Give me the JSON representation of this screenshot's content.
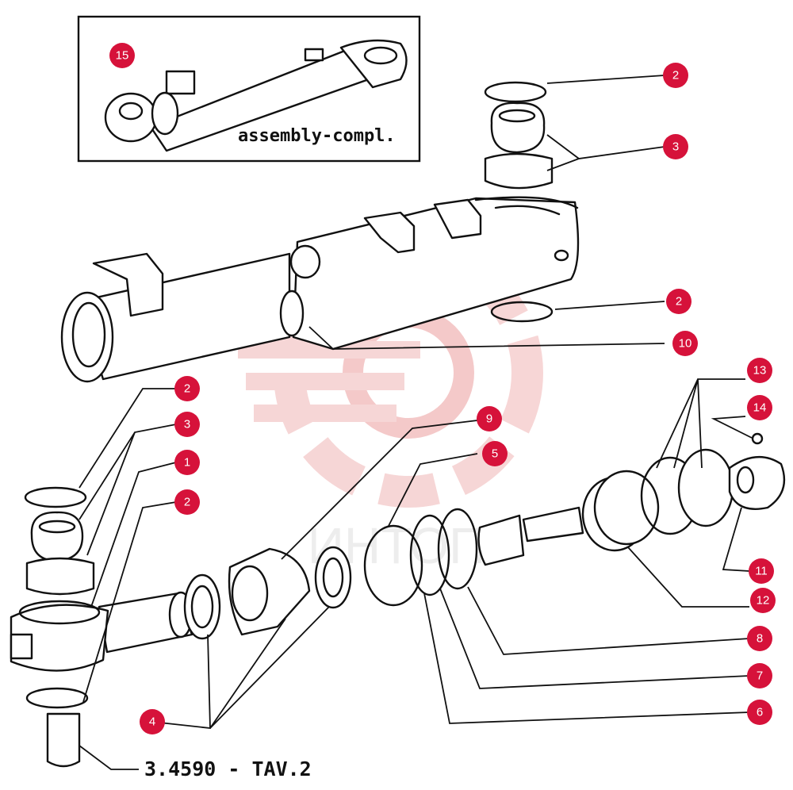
{
  "inset": {
    "label": "assembly-compl."
  },
  "drawing_code": "3.4590 - TAV.2",
  "watermark": {
    "text": "ИНТОП",
    "color": "#f3c4c4"
  },
  "callout_color": "#d6123a",
  "callouts": {
    "c15": "15",
    "c2a": "2",
    "c3a": "3",
    "c2b": "2",
    "c10": "10",
    "c13": "13",
    "c14": "14",
    "c2c": "2",
    "c3b": "3",
    "c1": "1",
    "c2d": "2",
    "c9": "9",
    "c5": "5",
    "c11": "11",
    "c12": "12",
    "c8": "8",
    "c7": "7",
    "c6": "6",
    "c4": "4"
  }
}
